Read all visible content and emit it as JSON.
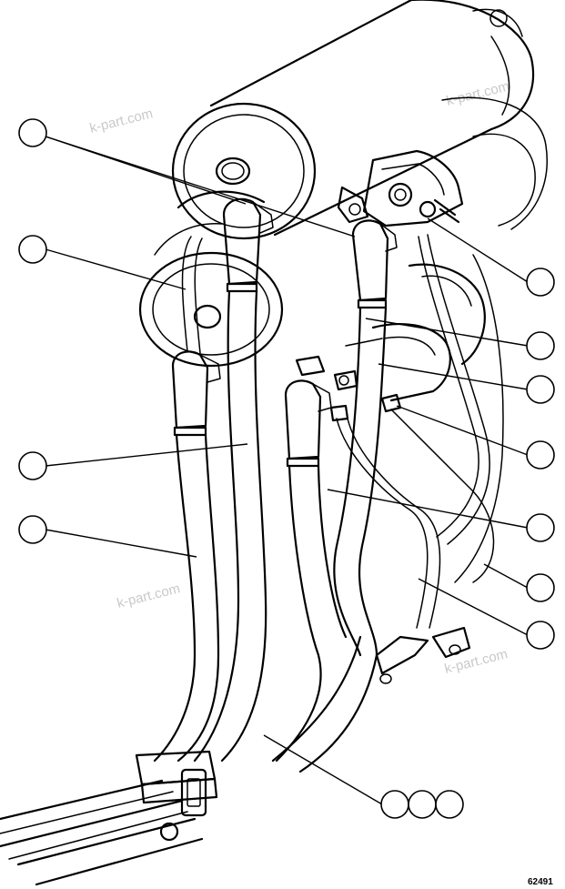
{
  "figure_number": "62491",
  "watermark": "k-part.com",
  "callouts": [
    {
      "id": "callout-1"
    },
    {
      "id": "callout-2"
    },
    {
      "id": "callout-3"
    },
    {
      "id": "callout-4"
    },
    {
      "id": "callout-5"
    },
    {
      "id": "callout-6"
    },
    {
      "id": "callout-7"
    },
    {
      "id": "callout-8"
    },
    {
      "id": "callout-9"
    },
    {
      "id": "callout-10"
    },
    {
      "id": "callout-11"
    },
    {
      "id": "callout-12"
    },
    {
      "id": "callout-13a"
    },
    {
      "id": "callout-13b"
    },
    {
      "id": "callout-13c"
    }
  ]
}
